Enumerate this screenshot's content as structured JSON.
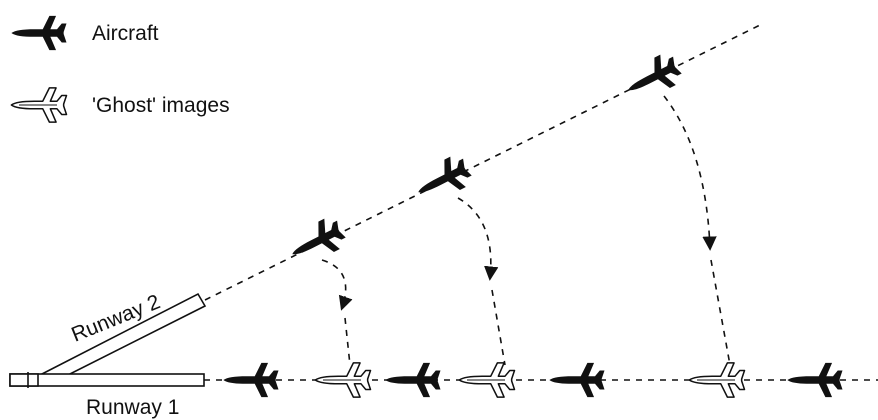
{
  "legend": {
    "aircraft_label": "Aircraft",
    "ghost_label": "'Ghost'   images",
    "aircraft_icon": "aircraft-solid-icon",
    "ghost_icon": "aircraft-outline-icon"
  },
  "runways": {
    "runway_2_label": "Runway 2",
    "runway_1_label": "Runway 1"
  },
  "colors": {
    "ink": "#111111",
    "background": "#ffffff"
  }
}
